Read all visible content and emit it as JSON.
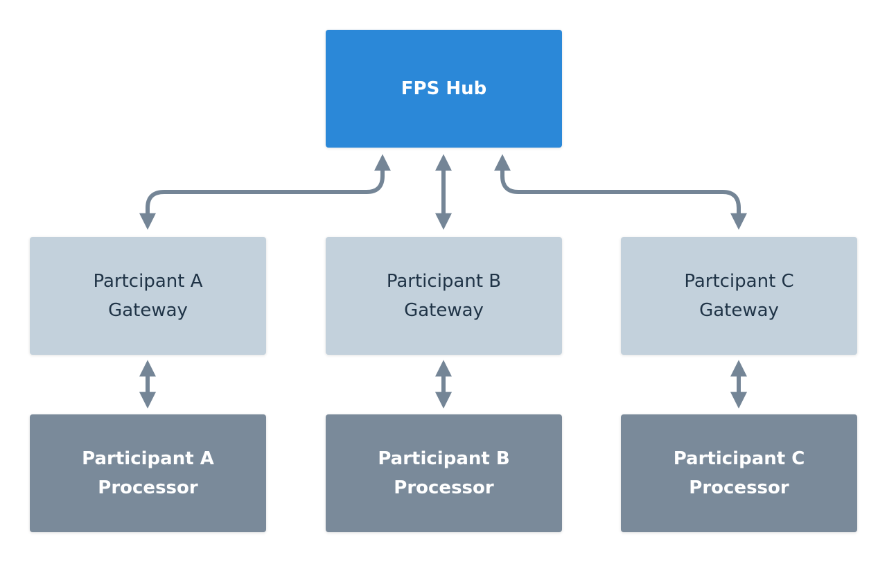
{
  "hub": {
    "label": "FPS Hub",
    "color": "#2b88d8"
  },
  "gateways": [
    {
      "line1": "Partcipant A",
      "line2": "Gateway"
    },
    {
      "line1": "Participant B",
      "line2": "Gateway"
    },
    {
      "line1": "Partcipant C",
      "line2": "Gateway"
    }
  ],
  "processors": [
    {
      "line1": "Participant A",
      "line2": "Processor"
    },
    {
      "line1": "Participant B",
      "line2": "Processor"
    },
    {
      "line1": "Participant C",
      "line2": "Processor"
    }
  ],
  "colors": {
    "gateway": "#c3d1dc",
    "processor": "#7a8a9a",
    "connector": "#748596"
  }
}
